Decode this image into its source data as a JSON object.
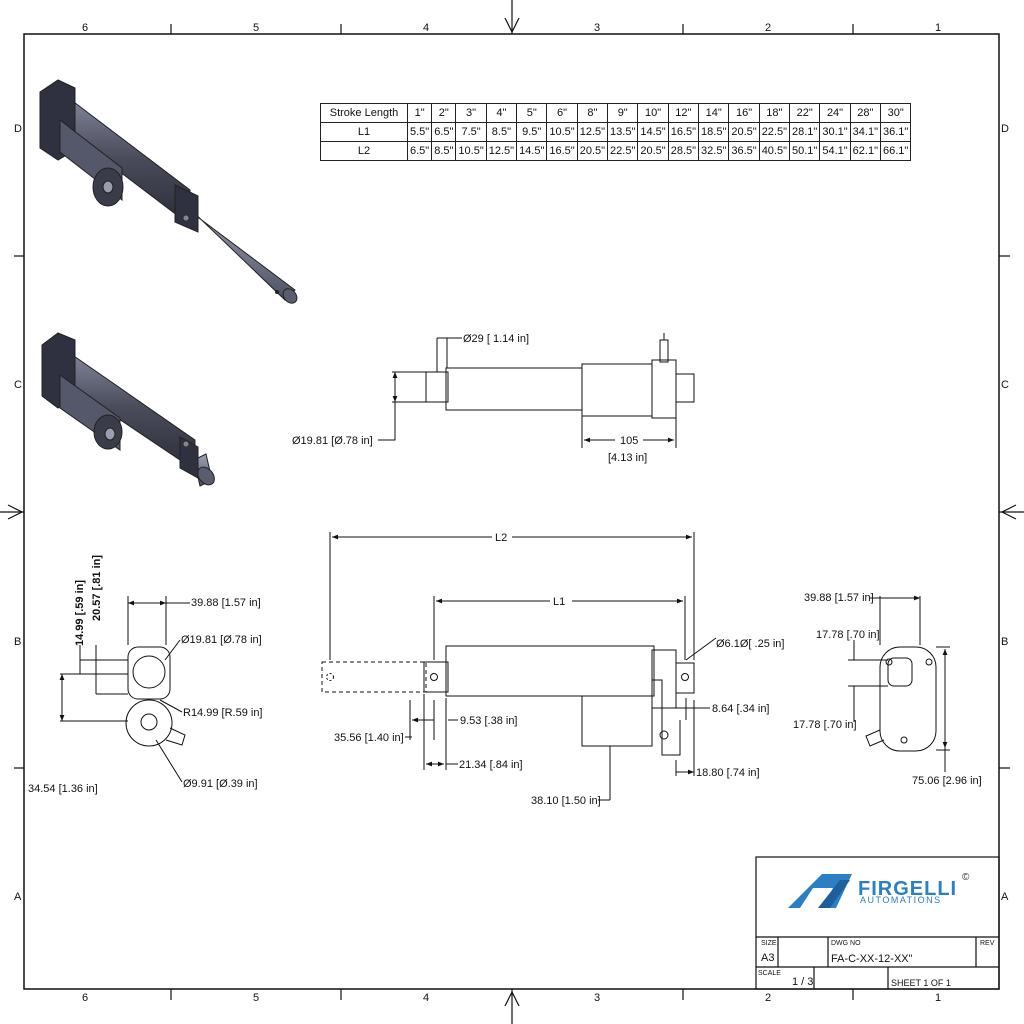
{
  "zones": {
    "columns": [
      "6",
      "5",
      "4",
      "3",
      "2",
      "1"
    ],
    "rows": [
      "D",
      "C",
      "B",
      "A"
    ]
  },
  "stroke_table": {
    "header_label": "Stroke Length",
    "strokes": [
      "1\"",
      "2\"",
      "3\"",
      "4\"",
      "5\"",
      "6\"",
      "8\"",
      "9\"",
      "10\"",
      "12\"",
      "14\"",
      "16\"",
      "18\"",
      "22\"",
      "24\"",
      "28\"",
      "30\""
    ],
    "rows": [
      {
        "label": "L1",
        "values": [
          "5.5\"",
          "6.5\"",
          "7.5\"",
          "8.5\"",
          "9.5\"",
          "10.5\"",
          "12.5\"",
          "13.5\"",
          "14.5\"",
          "16.5\"",
          "18.5\"",
          "20.5\"",
          "22.5\"",
          "28.1\"",
          "30.1\"",
          "34.1\"",
          "36.1\""
        ]
      },
      {
        "label": "L2",
        "values": [
          "6.5\"",
          "8.5\"",
          "10.5\"",
          "12.5\"",
          "14.5\"",
          "16.5\"",
          "20.5\"",
          "22.5\"",
          "20.5\"",
          "28.5\"",
          "32.5\"",
          "36.5\"",
          "40.5\"",
          "50.1\"",
          "54.1\"",
          "62.1\"",
          "66.1\""
        ]
      }
    ]
  },
  "top_view": {
    "d29": "Ø29 [ 1.14 in]",
    "d1981": "Ø19.81 [Ø.78 in]",
    "len105": "105",
    "len105_in": "[4.13 in]"
  },
  "left_view": {
    "d3988": "39.88 [1.57 in]",
    "v1499": "14.99 [.59 in]",
    "v2057": "20.57 [.81 in]",
    "d1981": "Ø19.81 [Ø.78 in]",
    "r1499": "R14.99 [R.59 in]",
    "d991": "Ø9.91 [Ø.39 in]",
    "h3454": "34.54 [1.36 in]"
  },
  "side_view": {
    "l2": "L2",
    "l1": "L1",
    "d61": "Ø6.1Ø[ .25 in]",
    "d953": "9.53 [.38 in]",
    "d864": "8.64 [.34 in]",
    "d3556": "35.56 [1.40 in]",
    "d2134": "21.34 [.84 in]",
    "d1880": "18.80 [.74 in]",
    "d3810": "38.10 [1.50 in]"
  },
  "right_view": {
    "d3988": "39.88 [1.57 in]",
    "d1778a": "17.78 [.70 in]",
    "d1778b": "17.78 [.70 in]",
    "d7506": "75.06 [2.96 in]"
  },
  "title_block": {
    "logo_name": "FIRGELLI",
    "logo_sub": "AUTOMATIONS",
    "copyright": "©",
    "size_label": "SIZE",
    "size_value": "A3",
    "dwg_label": "DWG NO",
    "dwg_value": "FA-C-XX-12-XX\"",
    "rev_label": "REV",
    "scale_label": "SCALE",
    "scale_value": "1 / 3",
    "sheet_label": "SHEET 1  OF 1"
  },
  "colors": {
    "logo_blue": "#2b7fc4",
    "body_dark": "#3d3f4c",
    "body_mid": "#6b6e82",
    "rod": "#7a7d92"
  }
}
